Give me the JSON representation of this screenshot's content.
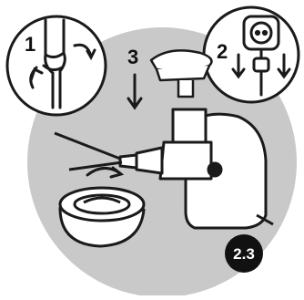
{
  "illustration": {
    "colors": {
      "background_disc": "#c9c9c9",
      "ink": "#1a1a1a",
      "paper": "#ffffff",
      "badge": "#111111"
    },
    "steps": [
      {
        "number": "1"
      },
      {
        "number": "2"
      },
      {
        "number": "3"
      }
    ],
    "badge_label": "2.3",
    "icons": [
      "hand-rotating-head-icon",
      "power-plug-socket-icon",
      "press-down-arrow-icon",
      "meat-grinder-icon",
      "bowl-icon"
    ]
  }
}
